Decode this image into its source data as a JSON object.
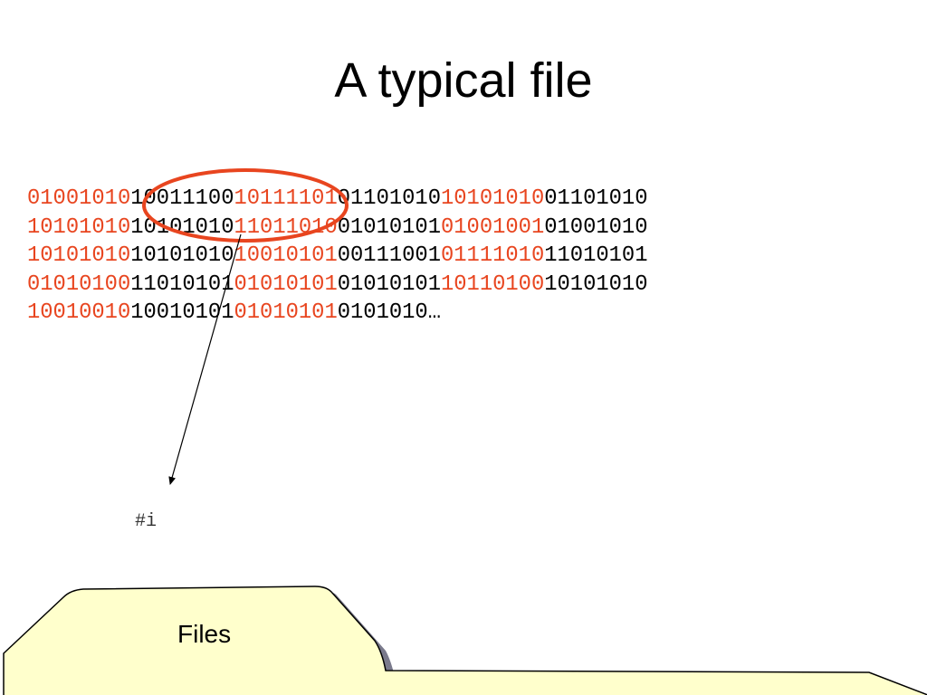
{
  "title": "A typical file",
  "bits": {
    "highlight_color": "#e8451f",
    "text_color": "#000000",
    "lines": [
      [
        "01001010",
        "10011100",
        "10111101",
        "01101010",
        "10101010",
        "01101010"
      ],
      [
        "10101010",
        "10101010",
        "11011010",
        "01010101",
        "01001001",
        "01001010"
      ],
      [
        "10101010",
        "10101010",
        "10010101",
        "00111001",
        "01111010",
        "11010101"
      ],
      [
        "01010100",
        "11010101",
        "01010101",
        "01010101",
        "10110100",
        "10101010"
      ],
      [
        "10010010",
        "10010101",
        "01010101",
        "0101010…"
      ]
    ]
  },
  "pointer_label": "#i",
  "folder": {
    "label": "Files",
    "fill_color": "#ffffcc",
    "shadow_color": "#7a7a8c"
  },
  "ellipse_color": "#e8451f"
}
